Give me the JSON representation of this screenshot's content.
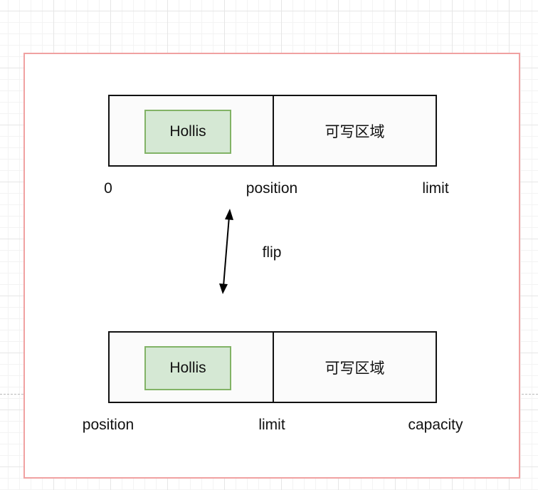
{
  "top_buffer": {
    "data_label": "Hollis",
    "region_label": "可写区域",
    "markers": [
      "0",
      "position",
      "limit"
    ]
  },
  "flip": {
    "label": "flip"
  },
  "bottom_buffer": {
    "data_label": "Hollis",
    "region_label": "可写区域",
    "markers": [
      "position",
      "limit",
      "capacity"
    ]
  }
}
